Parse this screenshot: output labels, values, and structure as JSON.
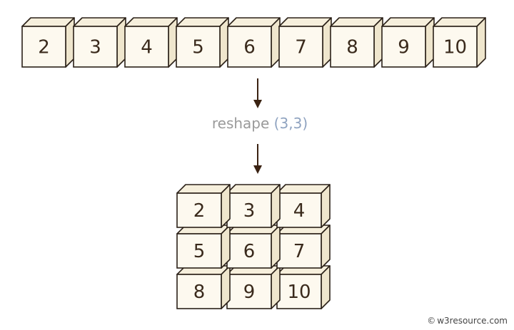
{
  "input_array": [
    "2",
    "3",
    "4",
    "5",
    "6",
    "7",
    "8",
    "9",
    "10"
  ],
  "operation": {
    "name": "reshape",
    "open": "(",
    "arg1": "3",
    "sep": ",",
    "arg2": "3",
    "close": ")"
  },
  "output_grid": [
    [
      "2",
      "3",
      "4"
    ],
    [
      "5",
      "6",
      "7"
    ],
    [
      "8",
      "9",
      "10"
    ]
  ],
  "watermark": {
    "symbol": "©",
    "text": "w3resource.com"
  },
  "colors": {
    "cube_front": "#fdf9ef",
    "cube_top": "#f6efdc",
    "cube_side": "#efe6cd",
    "outline": "#2b2118",
    "number": "#3a2a1c",
    "label": "#9a9a9a",
    "args": "#8fa3c0",
    "arrow": "#3a2212"
  },
  "icons": {
    "arrow": "down-arrow-icon"
  }
}
